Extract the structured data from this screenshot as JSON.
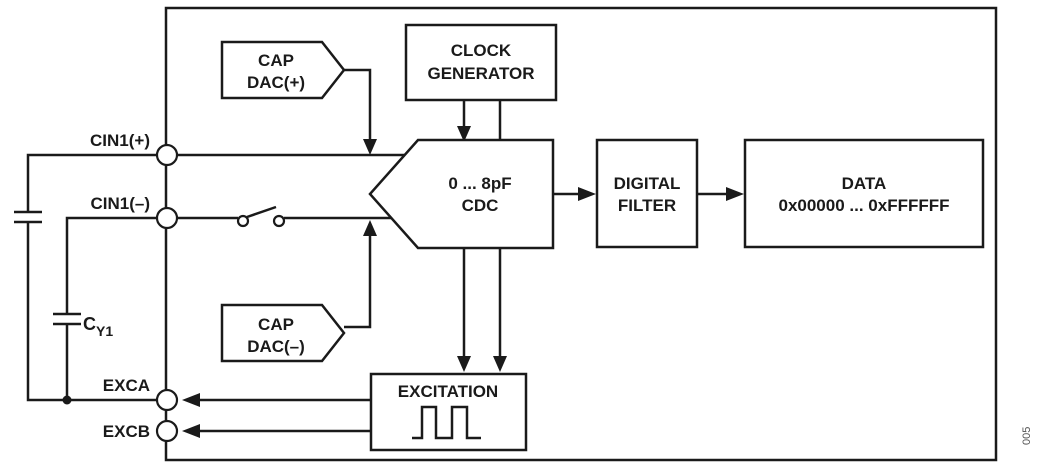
{
  "pins": {
    "cin1_plus": "CIN1(+)",
    "cin1_minus": "CIN1(–)",
    "excA": "EXCA",
    "excB": "EXCB"
  },
  "capacitor_label": {
    "main": "C",
    "sub": "Y1"
  },
  "blocks": {
    "capdac_plus": [
      "CAP",
      "DAC(+)"
    ],
    "capdac_minus": [
      "CAP",
      "DAC(–)"
    ],
    "clock": [
      "CLOCK",
      "GENERATOR"
    ],
    "cdc": [
      "0 ... 8pF",
      "CDC"
    ],
    "filter": [
      "DIGITAL",
      "FILTER"
    ],
    "data": [
      "DATA",
      "0x00000 ... 0xFFFFFF"
    ],
    "excitation": "EXCITATION"
  },
  "figure_number": "005"
}
